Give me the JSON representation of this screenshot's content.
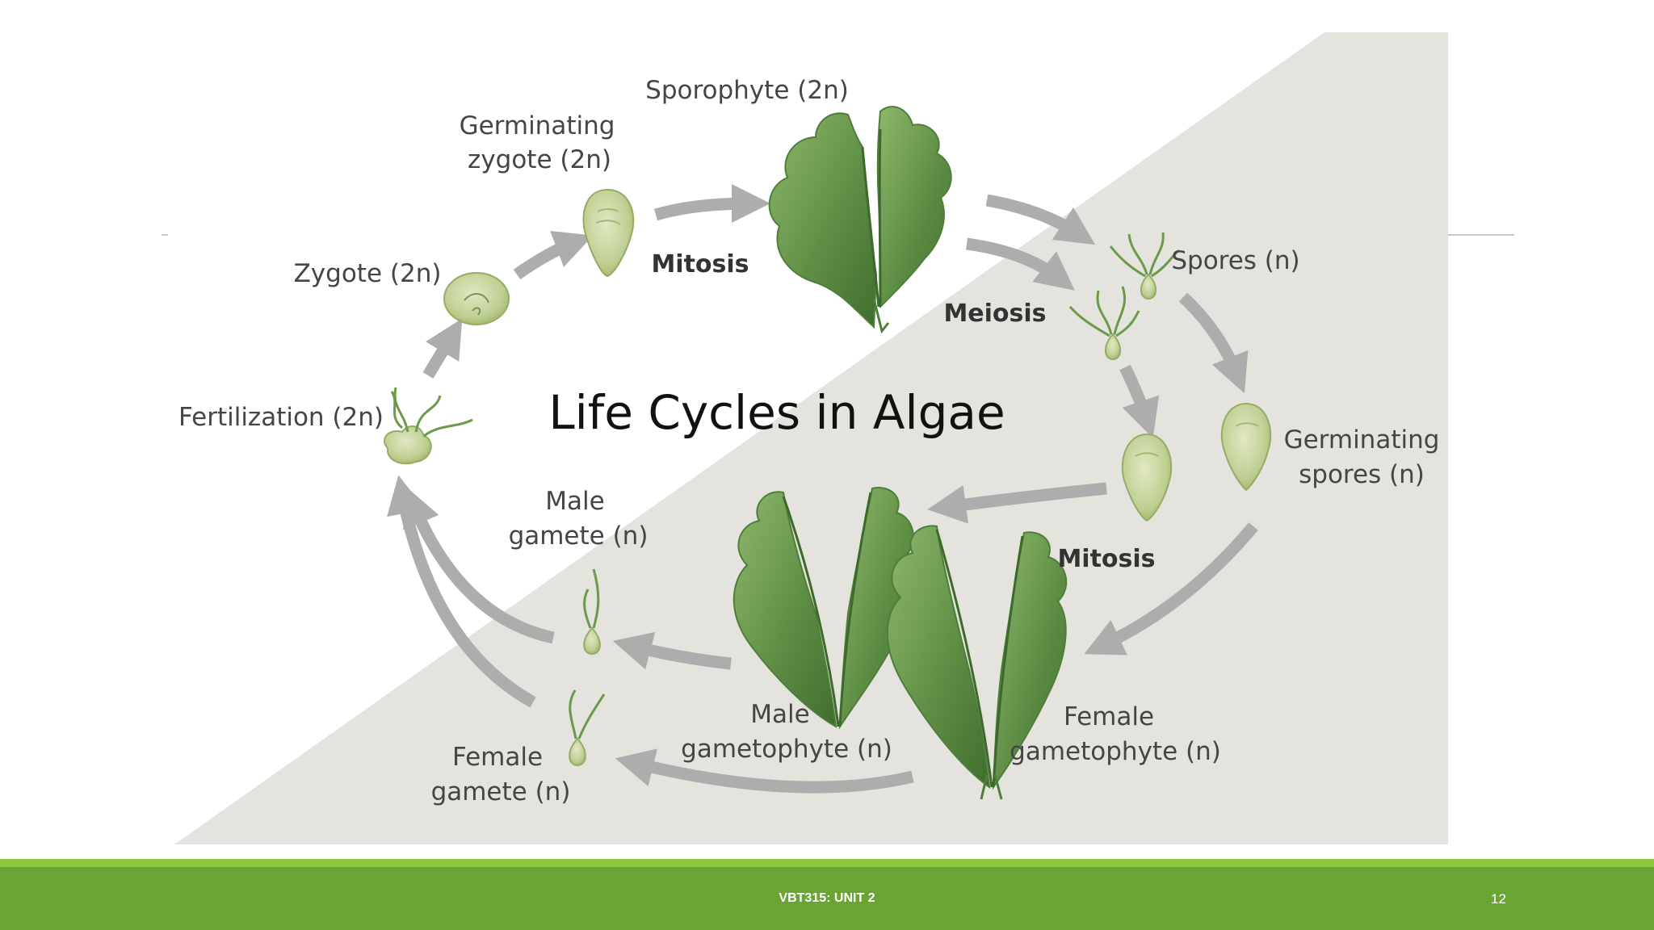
{
  "slide": {
    "title": "Life Cycles in Algae",
    "footer_text": "VBT315: UNIT 2",
    "page_number": "12"
  },
  "diagram": {
    "labels": {
      "sporophyte": "Sporophyte (2n)",
      "germinating_zygote_line1": "Germinating",
      "germinating_zygote_line2": "zygote (2n)",
      "zygote": "Zygote (2n)",
      "fertilization": "Fertilization (2n)",
      "spores": "Spores (n)",
      "germinating_spores_line1": "Germinating",
      "germinating_spores_line2": "spores (n)",
      "male_gamete_line1": "Male",
      "male_gamete_line2": "gamete (n)",
      "female_gamete_line1": "Female",
      "female_gamete_line2": "gamete (n)",
      "male_gametophyte_line1": "Male",
      "male_gametophyte_line2": "gametophyte (n)",
      "female_gametophyte_line1": "Female",
      "female_gametophyte_line2": "gametophyte (n)"
    },
    "processes": {
      "mitosis_top": "Mitosis",
      "meiosis": "Meiosis",
      "mitosis_right": "Mitosis"
    }
  },
  "colors": {
    "background_triangle": "#e4e3de",
    "arrow": "#adadad",
    "plant_dark": "#4e7e3a",
    "plant_light": "#8fb86c",
    "cell_fill": "#c9d5a0",
    "footer_green": "#6aa533",
    "footer_line_green": "#8cc63e"
  }
}
